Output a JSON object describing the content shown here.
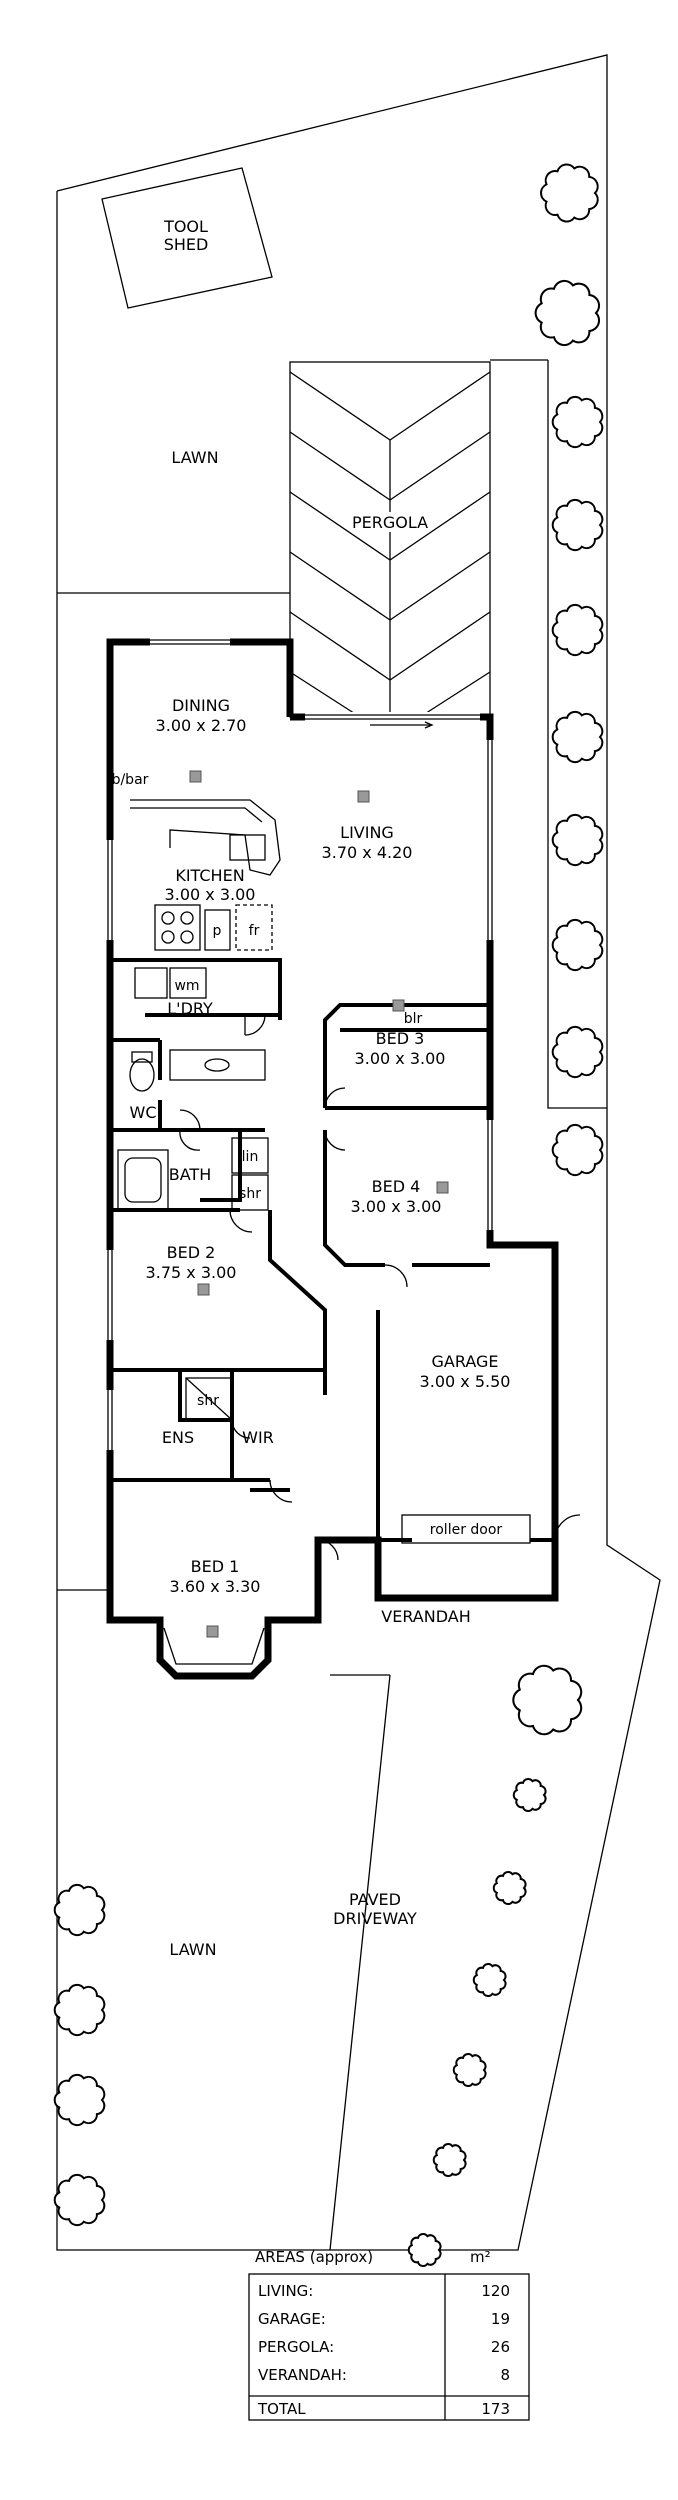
{
  "site": {
    "tool_shed": [
      "TOOL",
      "SHED"
    ],
    "lawn_rear": "LAWN",
    "pergola": "PERGOLA",
    "verandah": "VERANDAH",
    "lawn_front": "LAWN",
    "driveway": [
      "PAVED",
      "DRIVEWAY"
    ]
  },
  "rooms": {
    "dining": {
      "name": "DINING",
      "size": "3.00 x 2.70"
    },
    "living": {
      "name": "LIVING",
      "size": "3.70 x 4.20"
    },
    "kitchen": {
      "name": "KITCHEN",
      "size": "3.00 x 3.00"
    },
    "laundry": {
      "name": "L'DRY"
    },
    "bed3": {
      "name": "BED 3",
      "size": "3.00 x 3.00"
    },
    "bed4": {
      "name": "BED 4",
      "size": "3.00 x 3.00"
    },
    "wc": {
      "name": "WC"
    },
    "bath": {
      "name": "BATH"
    },
    "bed2": {
      "name": "BED 2",
      "size": "3.75 x 3.00"
    },
    "garage": {
      "name": "GARAGE",
      "size": "3.00 x 5.50"
    },
    "ens": {
      "name": "ENS"
    },
    "wir": {
      "name": "WIR"
    },
    "bed1": {
      "name": "BED 1",
      "size": "3.60 x 3.30"
    }
  },
  "fixtures": {
    "bbar": "b/bar",
    "pantry": "p",
    "fridge": "fr",
    "washer": "wm",
    "builtin_robe": "blr",
    "linen": "lin",
    "shower_bath": "shr",
    "shower_ens": "shr",
    "roller_door": "roller door"
  },
  "areas": {
    "heading": "AREAS (approx)",
    "unit": "m²",
    "rows": [
      {
        "label": "LIVING:",
        "value": "120"
      },
      {
        "label": "GARAGE:",
        "value": "19"
      },
      {
        "label": "PERGOLA:",
        "value": "26"
      },
      {
        "label": "VERANDAH:",
        "value": "8"
      }
    ],
    "total_label": "TOTAL",
    "total_value": "173"
  }
}
